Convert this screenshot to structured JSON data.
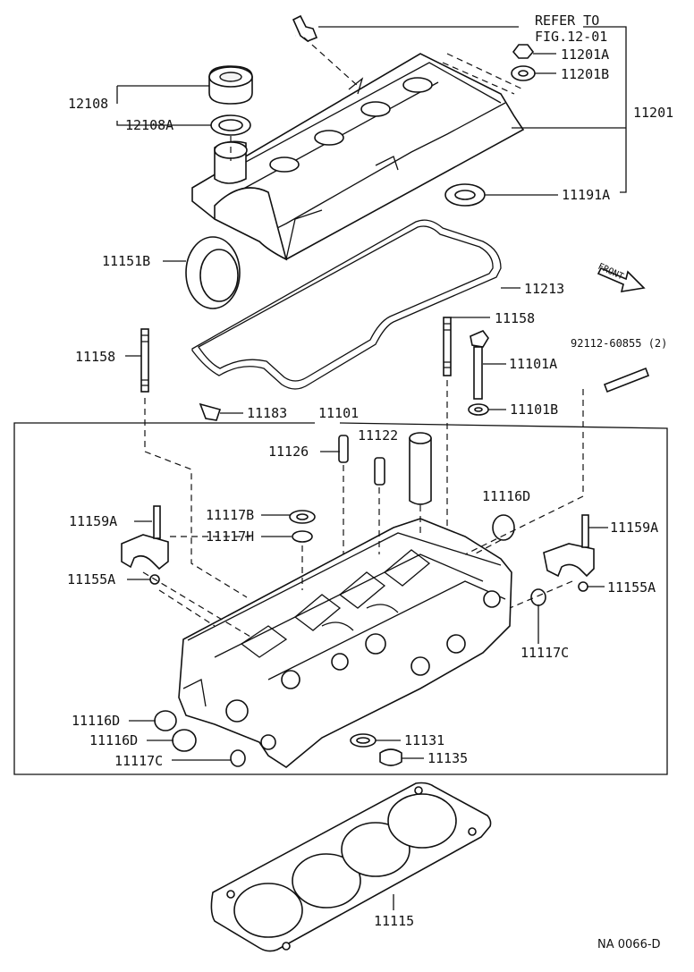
{
  "diagram": {
    "refer_line1": "REFER TO",
    "refer_line2": "FIG.12-01",
    "labels": {
      "l_11201A": "11201A",
      "l_11201B": "11201B",
      "l_12108": "12108",
      "l_12108A": "12108A",
      "l_11201": "11201",
      "l_11191A": "11191A",
      "l_11151B": "11151B",
      "l_11213": "11213",
      "l_front": "FRONT",
      "l_11158_right": "11158",
      "l_92112": "92112-60855 (2)",
      "l_11158_left": "11158",
      "l_11101A": "11101A",
      "l_11183": "11183",
      "l_11101": "11101",
      "l_11101B": "11101B",
      "l_11122": "11122",
      "l_11126": "11126",
      "l_11116D_top": "11116D",
      "l_11159A_left": "11159A",
      "l_11117B": "11117B",
      "l_11117H": "11117H",
      "l_11159A_right": "11159A",
      "l_11155A_left": "11155A",
      "l_11155A_right": "11155A",
      "l_11117C_right": "11117C",
      "l_11116D_a": "11116D",
      "l_11116D_b": "11116D",
      "l_11131": "11131",
      "l_11117C_left": "11117C",
      "l_11135": "11135",
      "l_11115": "11115",
      "l_code": "NA  0066-D"
    }
  }
}
